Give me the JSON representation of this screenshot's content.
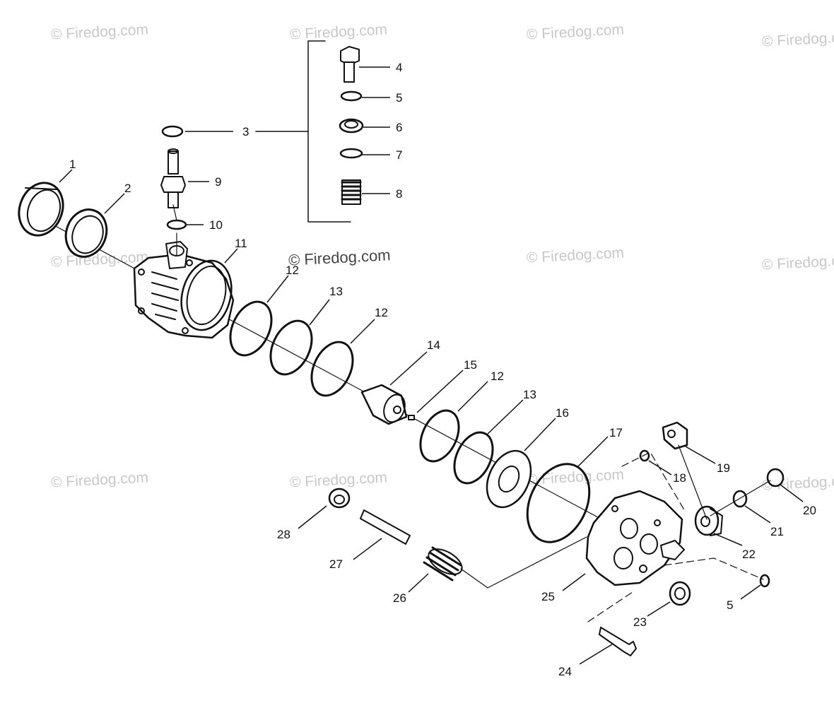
{
  "watermark": "© Firedog.com",
  "watermark_bold": "© Firedog.com",
  "callouts": {
    "c1": "1",
    "c2": "2",
    "c3": "3",
    "c4": "4",
    "c5a": "5",
    "c5b": "5",
    "c6": "6",
    "c7": "7",
    "c8": "8",
    "c9": "9",
    "c10": "10",
    "c11": "11",
    "c12a": "12",
    "c12b": "12",
    "c12c": "12",
    "c13a": "13",
    "c13b": "13",
    "c14": "14",
    "c15": "15",
    "c16": "16",
    "c17": "17",
    "c18": "18",
    "c19": "19",
    "c20": "20",
    "c21": "21",
    "c22": "22",
    "c23": "23",
    "c24": "24",
    "c25": "25",
    "c26": "26",
    "c27": "27",
    "c28": "28"
  },
  "colors": {
    "line": "#111111",
    "watermark": "#c8c8c8"
  }
}
